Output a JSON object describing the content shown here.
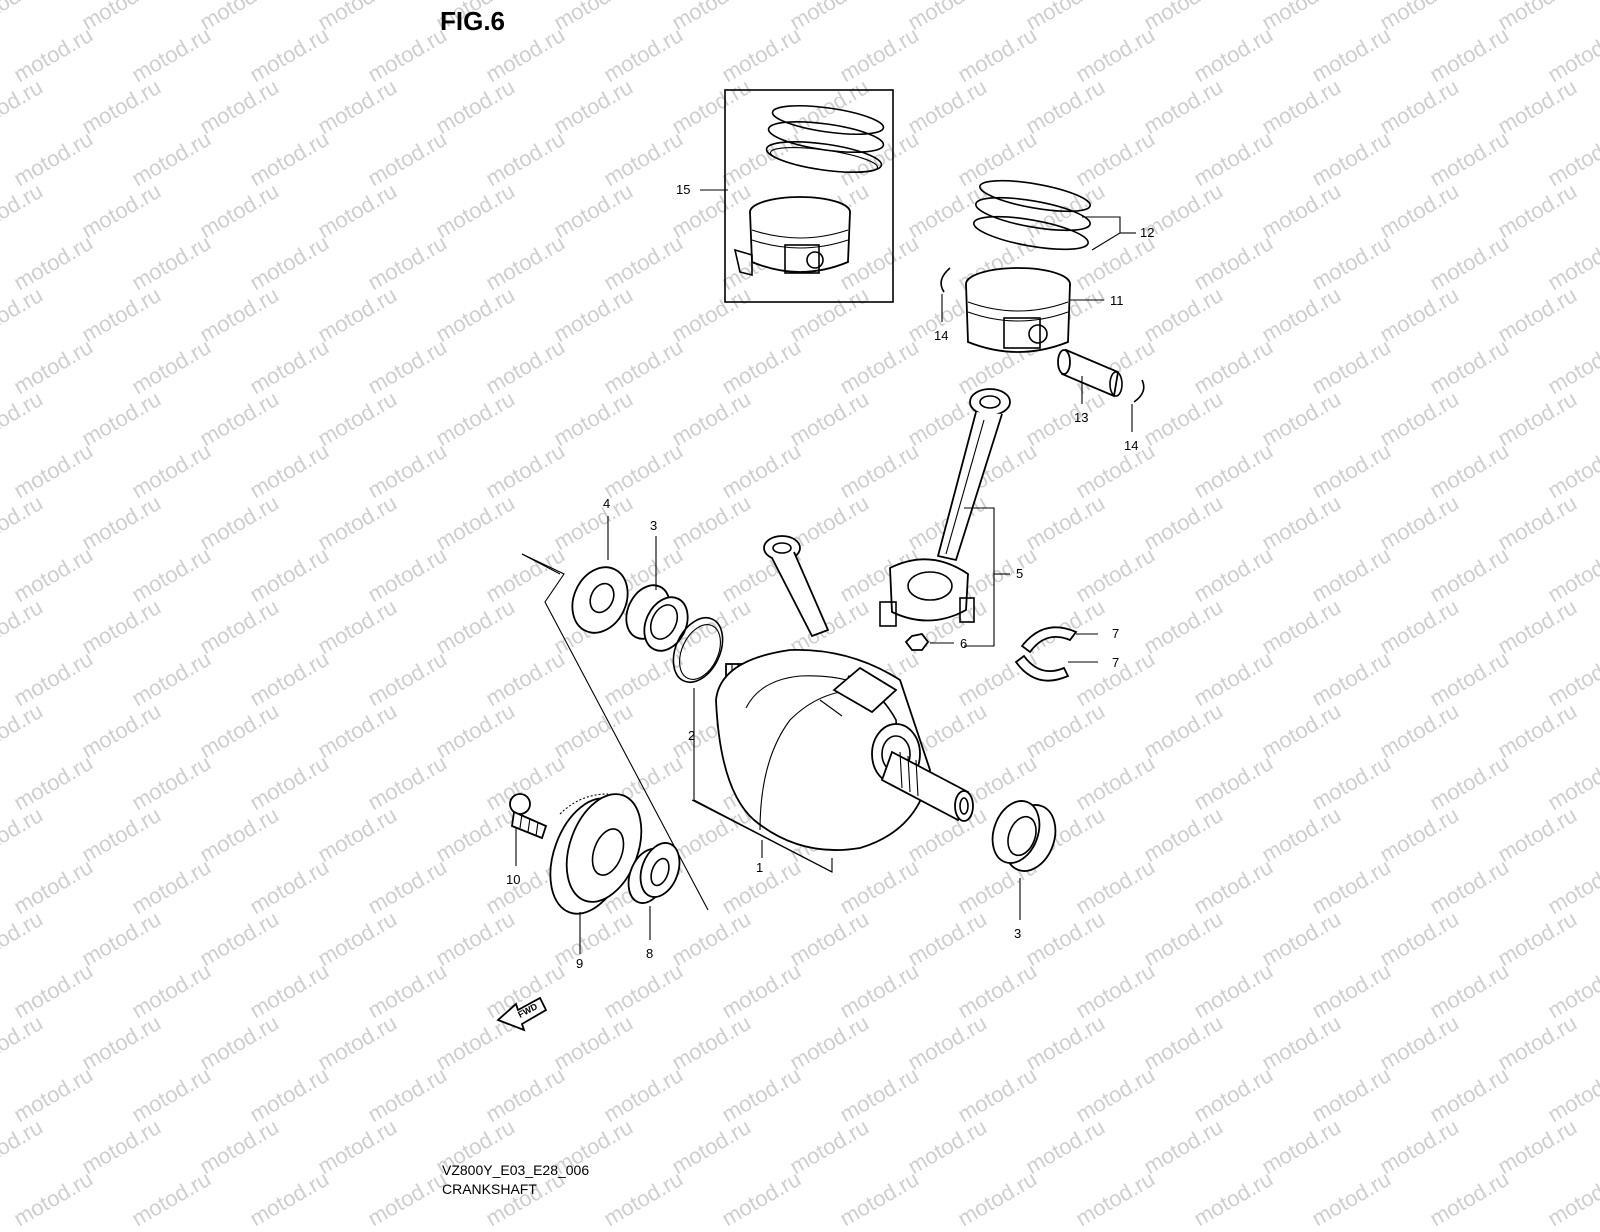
{
  "figure": {
    "title": "FIG.6",
    "model_code": "VZ800Y_E03_E28_006",
    "section_name": "CRANKSHAFT",
    "watermark_text": "motod.ru"
  },
  "callouts": {
    "c1": "1",
    "c2": "2",
    "c3a": "3",
    "c3b": "3",
    "c4": "4",
    "c5": "5",
    "c6": "6",
    "c7a": "7",
    "c7b": "7",
    "c8": "8",
    "c9": "9",
    "c10": "10",
    "c11": "11",
    "c12": "12",
    "c13": "13",
    "c14a": "14",
    "c14b": "14",
    "c15": "15"
  },
  "fwd_label": "FWD"
}
